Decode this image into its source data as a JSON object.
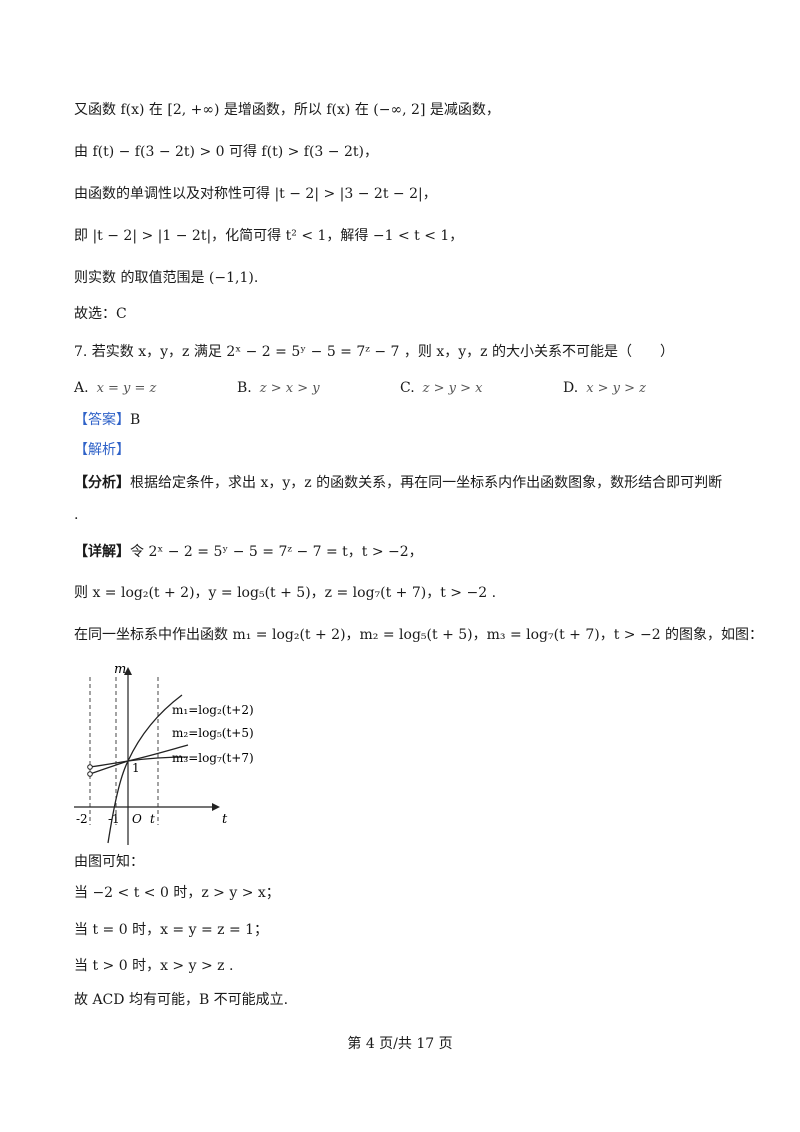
{
  "lines": {
    "l1": "又函数 f(x) 在 [2, +∞) 是增函数，所以 f(x) 在 (−∞, 2] 是减函数，",
    "l2": "由 f(t) − f(3 − 2t) > 0 可得 f(t) > f(3 − 2t)，",
    "l3": "由函数的单调性以及对称性可得 |t − 2| > |3 − 2t − 2|，",
    "l4": "即 |t − 2| > |1 − 2t|，化简可得 t² < 1，解得 −1 < t < 1，",
    "l5": "则实数 的取值范围是 (−1,1).",
    "l6": "故选：C",
    "q7": "7. 若实数 x，y，z 满足 2ˣ − 2 = 5ʸ − 5 = 7ᶻ − 7 ，则 x，y，z 的大小关系不可能是（　　）",
    "answer_tag": "【答案】",
    "answer_val": "B",
    "analysis_tag": "【解析】",
    "fenxi_tag": "【分析】",
    "fenxi": "根据给定条件，求出 x，y，z 的函数关系，再在同一坐标系内作出函数图象，数形结合即可判断",
    "fenxi_end": ".",
    "xiangjie_tag": "【详解】",
    "xiangjie": "令 2ˣ − 2 = 5ʸ − 5 = 7ᶻ − 7 = t，t > −2，",
    "l7": "则 x = log₂(t + 2)，y = log₅(t + 5)，z = log₇(t + 7)，t > −2 .",
    "l8": "在同一坐标系中作出函数 m₁ = log₂(t + 2)，m₂ = log₅(t + 5)，m₃ = log₇(t + 7)，t > −2 的图象，如图：",
    "l9": "由图可知：",
    "l10": "当 −2 < t < 0 时，z > y > x；",
    "l11": "当 t = 0 时，x = y = z = 1；",
    "l12": "当 t > 0 时，x > y > z .",
    "l13": "故 ACD 均有可能，B 不可能成立."
  },
  "options": [
    {
      "letter": "A.",
      "expr": "x = y = z"
    },
    {
      "letter": "B.",
      "expr": "z > x > y"
    },
    {
      "letter": "C.",
      "expr": "z > y > x"
    },
    {
      "letter": "D.",
      "expr": "x > y > z"
    }
  ],
  "figure": {
    "y_axis_label": "m",
    "x_axis_label": "t",
    "curve1_label": "m₁=log₂(t+2)",
    "curve2_label": "m₂=log₅(t+5)",
    "curve3_label": "m₃=log₇(t+7)",
    "tick_neg2": "-2",
    "tick_neg1": "-1",
    "origin": "O",
    "tick_t": "t",
    "one": "1"
  },
  "footer": "第 4 页/共 17 页"
}
